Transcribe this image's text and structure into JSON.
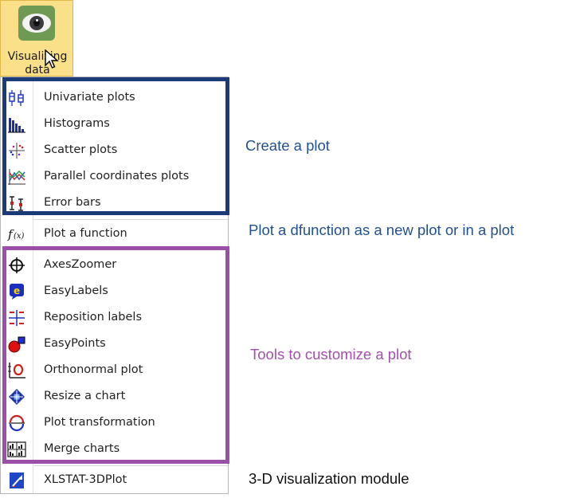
{
  "ribbon": {
    "label_line1": "Visualizing",
    "label_line2": "data",
    "icon": "eye-icon"
  },
  "menu": {
    "items": [
      {
        "label": "Univariate plots",
        "icon": "box-plot-icon"
      },
      {
        "label": "Histograms",
        "icon": "histogram-icon"
      },
      {
        "label": "Scatter plots",
        "icon": "scatter-plot-icon"
      },
      {
        "label": "Parallel coordinates plots",
        "icon": "parallel-coordinates-icon"
      },
      {
        "label": "Error bars",
        "icon": "error-bars-icon"
      },
      {
        "label": "Plot a function",
        "icon": "function-icon"
      },
      {
        "label": "AxesZoomer",
        "icon": "crosshair-icon"
      },
      {
        "label": "EasyLabels",
        "icon": "easylabels-icon"
      },
      {
        "label": "Reposition labels",
        "icon": "reposition-labels-icon"
      },
      {
        "label": "EasyPoints",
        "icon": "easypoints-icon"
      },
      {
        "label": "Orthonormal plot",
        "icon": "orthonormal-icon"
      },
      {
        "label": "Resize a chart",
        "icon": "resize-icon"
      },
      {
        "label": "Plot transformation",
        "icon": "transformation-icon"
      },
      {
        "label": "Merge charts",
        "icon": "merge-charts-icon"
      },
      {
        "label": "XLSTAT-3DPlot",
        "icon": "3dplot-icon"
      }
    ]
  },
  "annotations": {
    "create": "Create a plot",
    "function": "Plot a dfunction as a new plot or in a plot",
    "tools": "Tools to customize a plot",
    "3d": "3-D visualization module"
  },
  "colors": {
    "create_box": "#1b3a78",
    "tools_box": "#9b4fa8",
    "ribbon_bg": "#fbe08a"
  }
}
